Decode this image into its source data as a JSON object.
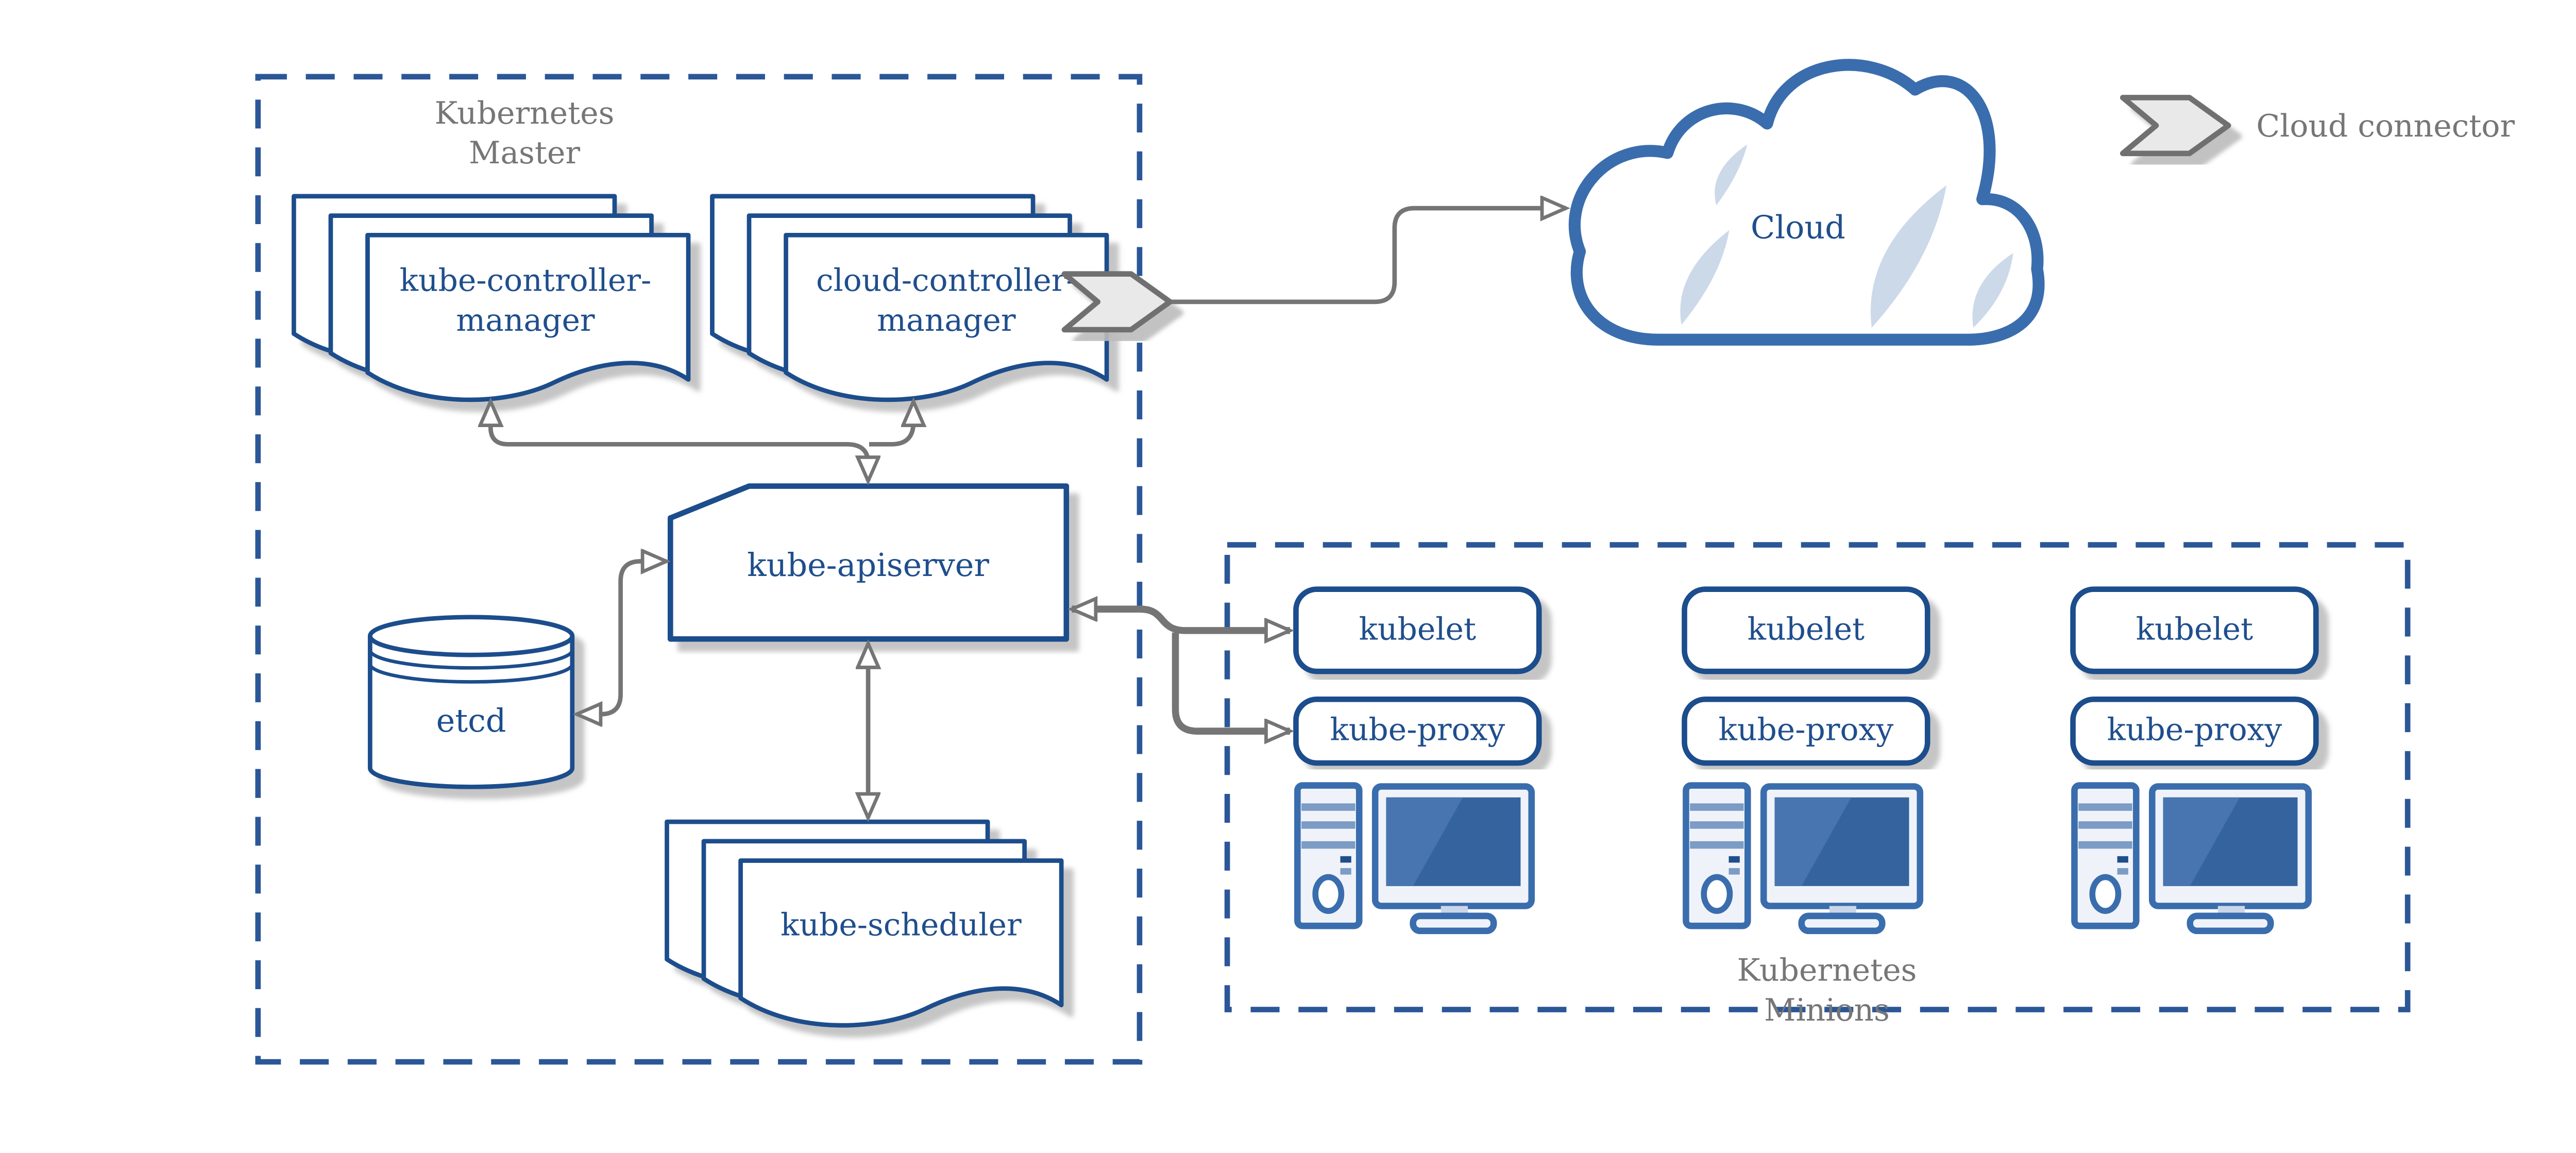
{
  "master": {
    "label_line1": "Kubernetes",
    "label_line2": "Master",
    "kube_controller_manager": {
      "line1": "kube-controller-",
      "line2": "manager"
    },
    "cloud_controller_manager": {
      "line1": "cloud-controller-",
      "line2": "manager"
    },
    "kube_apiserver": "kube-apiserver",
    "etcd": "etcd",
    "kube_scheduler": "kube-scheduler"
  },
  "cloud": {
    "label": "Cloud"
  },
  "legend": {
    "cloud_connector": "Cloud connector"
  },
  "minions": {
    "label_line1": "Kubernetes",
    "label_line2": "Minions",
    "nodes": [
      {
        "kubelet": "kubelet",
        "kube_proxy": "kube-proxy"
      },
      {
        "kubelet": "kubelet",
        "kube_proxy": "kube-proxy"
      },
      {
        "kubelet": "kubelet",
        "kube_proxy": "kube-proxy"
      }
    ]
  },
  "colors": {
    "shape_border_navy": "#1F4E8C",
    "dashed_border_blue": "#2B5797",
    "cloud_and_computer_blue": "#3A6DAD",
    "screen_blue": "#35639E",
    "light_blue_accent": "#CBD9E9",
    "connector_gray": "#757575",
    "label_gray": "#767676",
    "chevron_fill": "#E9E9E9",
    "shadow_gray": "#C2C2C2",
    "background": "#FFFFFF"
  }
}
